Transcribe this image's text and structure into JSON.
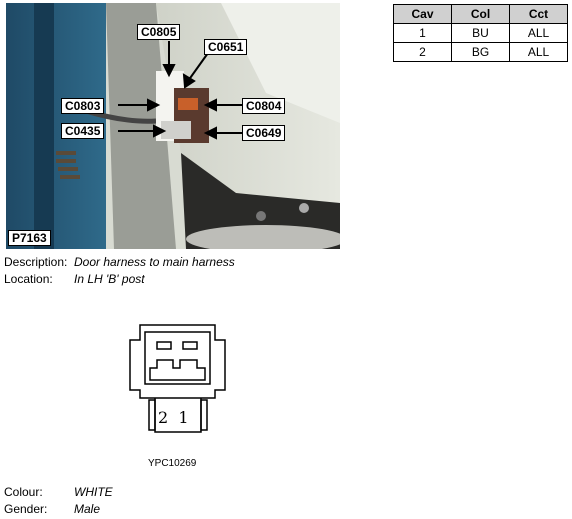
{
  "photo": {
    "id_label": "P7163",
    "callouts": {
      "c0805": "C0805",
      "c0651": "C0651",
      "c0803": "C0803",
      "c0804": "C0804",
      "c0435": "C0435",
      "c0649": "C0649"
    }
  },
  "table": {
    "headers": [
      "Cav",
      "Col",
      "Cct"
    ],
    "rows": [
      [
        "1",
        "BU",
        "ALL"
      ],
      [
        "2",
        "BG",
        "ALL"
      ]
    ]
  },
  "description": {
    "label": "Description:",
    "value": "Door harness to main harness"
  },
  "location": {
    "label": "Location:",
    "value": "In LH 'B' post"
  },
  "connector": {
    "pin_labels": "2  1",
    "drawing_id": "YPC10269"
  },
  "colour": {
    "label": "Colour:",
    "value": "WHITE"
  },
  "gender": {
    "label": "Gender:",
    "value": "Male"
  }
}
